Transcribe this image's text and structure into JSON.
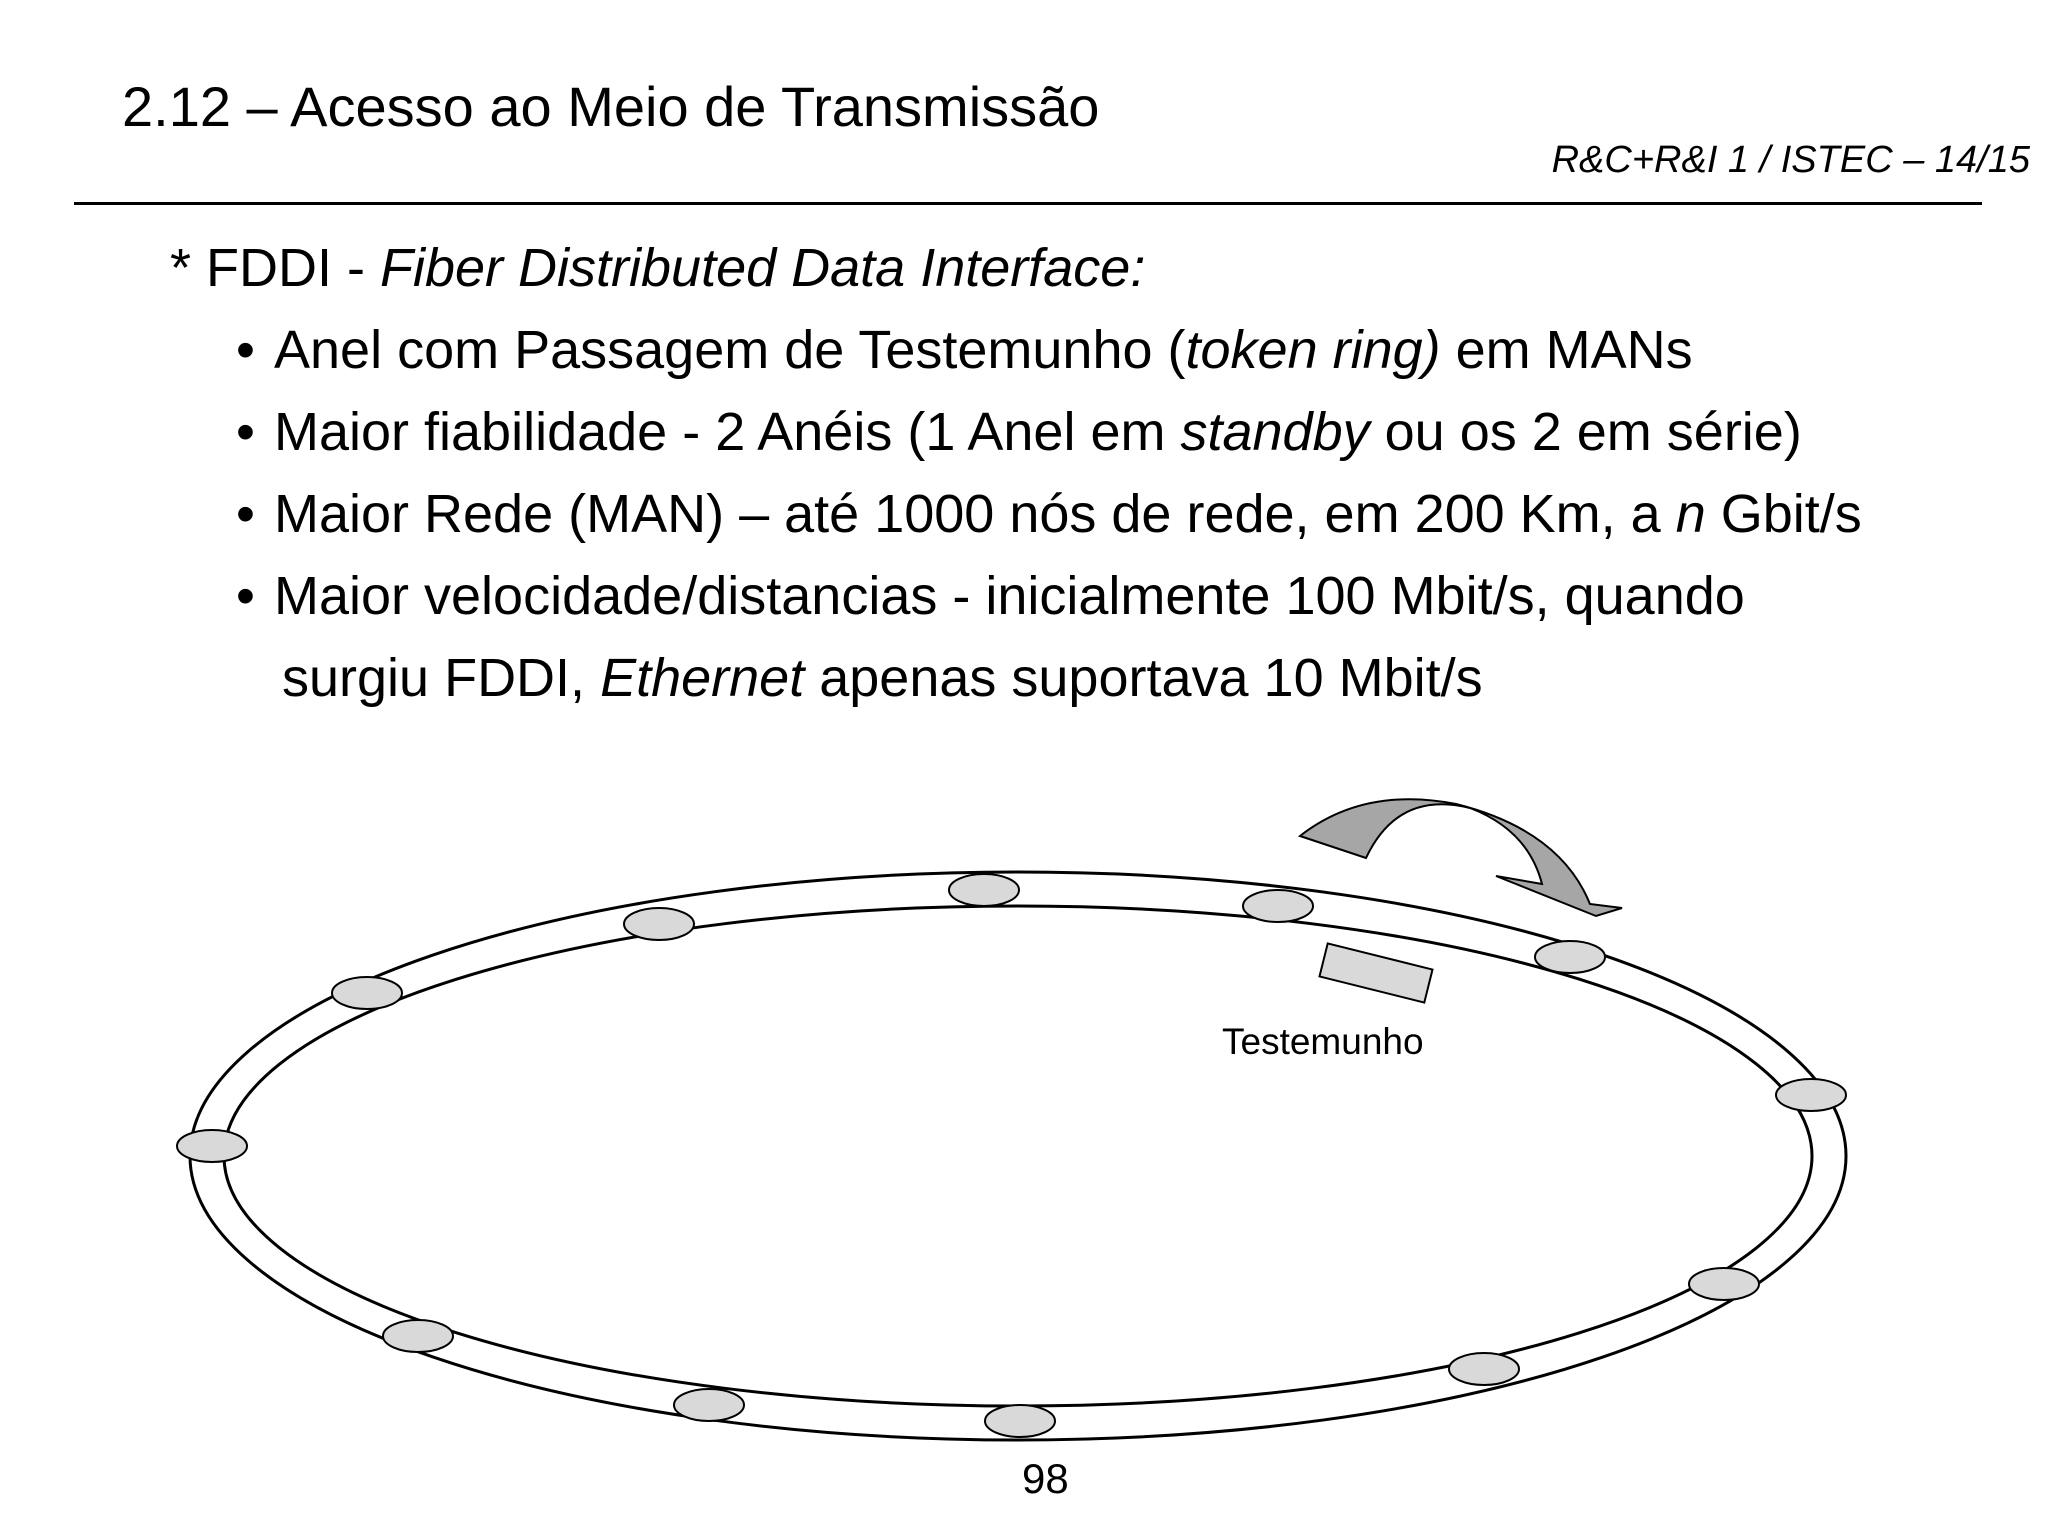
{
  "header": {
    "title": "2.12 – Acesso ao Meio de Transmissão",
    "course_tag": "R&C+R&I 1 / ISTEC – 14/15"
  },
  "content": {
    "heading_plain": "* FDDI - ",
    "heading_italic": "Fiber Distributed Data Interface:",
    "bullet_symbol": "•",
    "bullets": [
      {
        "before": "Anel com Passagem de Testemunho (",
        "italic": "token ring)",
        "after": " em MANs"
      },
      {
        "before": "Maior fiabilidade - 2 Anéis (1 Anel em ",
        "italic": "standby",
        "after": " ou os 2 em série)"
      },
      {
        "before": "Maior Rede (MAN) – até 1000 nós de rede, em 200 Km, a ",
        "italic": "n",
        "after": " Gbit/s"
      },
      {
        "before": "Maior velocidade/distancias -  inicialmente 100 Mbit/s, quando",
        "italic": "",
        "after": ""
      }
    ],
    "continuation": {
      "before": "surgiu FDDI, ",
      "italic": "Ethernet",
      "after": " apenas suportava 10 Mbit/s"
    }
  },
  "diagram": {
    "token_label": "Testemunho",
    "ring_stroke_color": "#000000",
    "node_fill_color": "#d9d9d9",
    "arrow_fill_color": "#a6a6a6",
    "token_fill_color": "#d9d9d9"
  },
  "footer": {
    "page_number": "98"
  }
}
